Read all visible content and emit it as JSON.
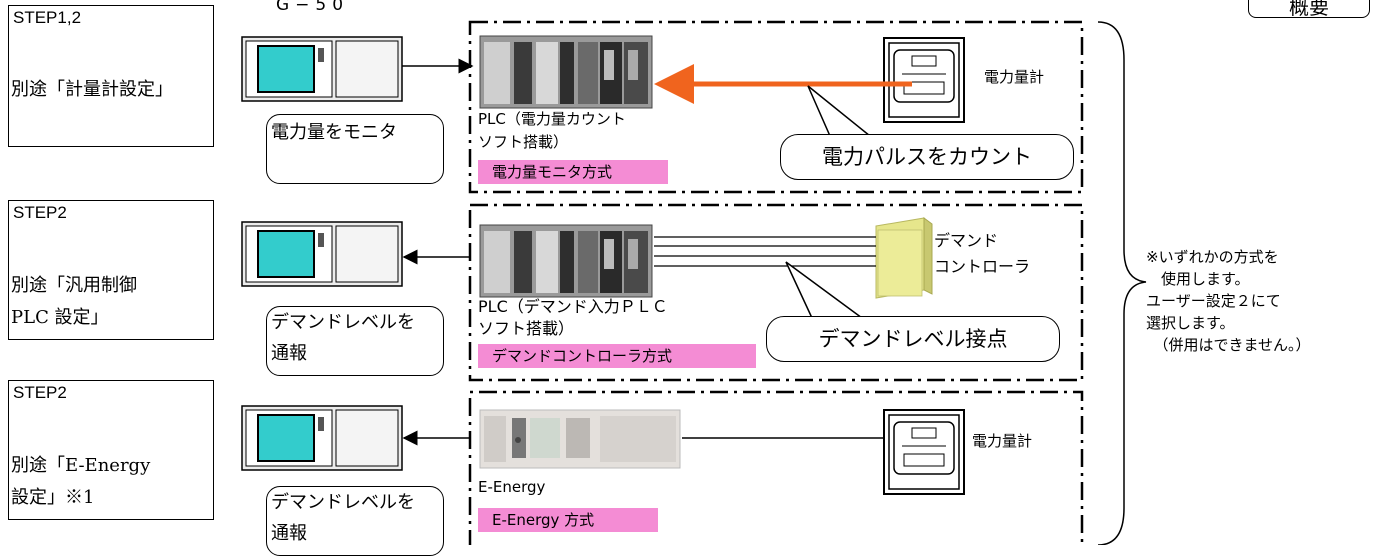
{
  "header": {
    "g50_label": "G−50",
    "badge": "概要"
  },
  "steps": [
    {
      "title": "STEP1,2",
      "lines": [
        "別途「計量計設定」"
      ]
    },
    {
      "title": "STEP2",
      "lines": [
        "別途「汎用制御",
        "PLC 設定」"
      ]
    },
    {
      "title": "STEP2",
      "lines": [
        "別途「E-Energy",
        "設定」※1"
      ]
    }
  ],
  "rows": [
    {
      "callout": "電力量をモニタ",
      "device_label_1": "PLC（電力量カウント",
      "device_label_2": "ソフト搭載）",
      "method": "電力量モニタ方式",
      "speech": "電力パルスをカウント",
      "right_label": "電力量計"
    },
    {
      "callout_1": "デマンドレベルを",
      "callout_2": "通報",
      "device_label_1": "PLC（デマンド入力ＰＬＣ",
      "device_label_2": "ソフト搭載）",
      "method": "デマンドコントローラ方式",
      "speech": "デマンドレベル接点",
      "right_label_1": "デマンド",
      "right_label_2": "コントローラ"
    },
    {
      "callout_1": "デマンドレベルを",
      "callout_2": "通報",
      "device_label": "E-Energy",
      "method": "E-Energy 方式",
      "right_label": "電力量計"
    }
  ],
  "note": {
    "line1": "※いずれかの方式を",
    "line2": "　使用します。",
    "line3": "ユーザー設定２にて",
    "line4": "選択します。",
    "line5": "　（併用はできません。）"
  },
  "colors": {
    "method_fill": "#f48cd4",
    "arrow_orange": "#f0641e",
    "screen_cyan": "#33cccc",
    "controller_yellow": "#e6e68c"
  }
}
